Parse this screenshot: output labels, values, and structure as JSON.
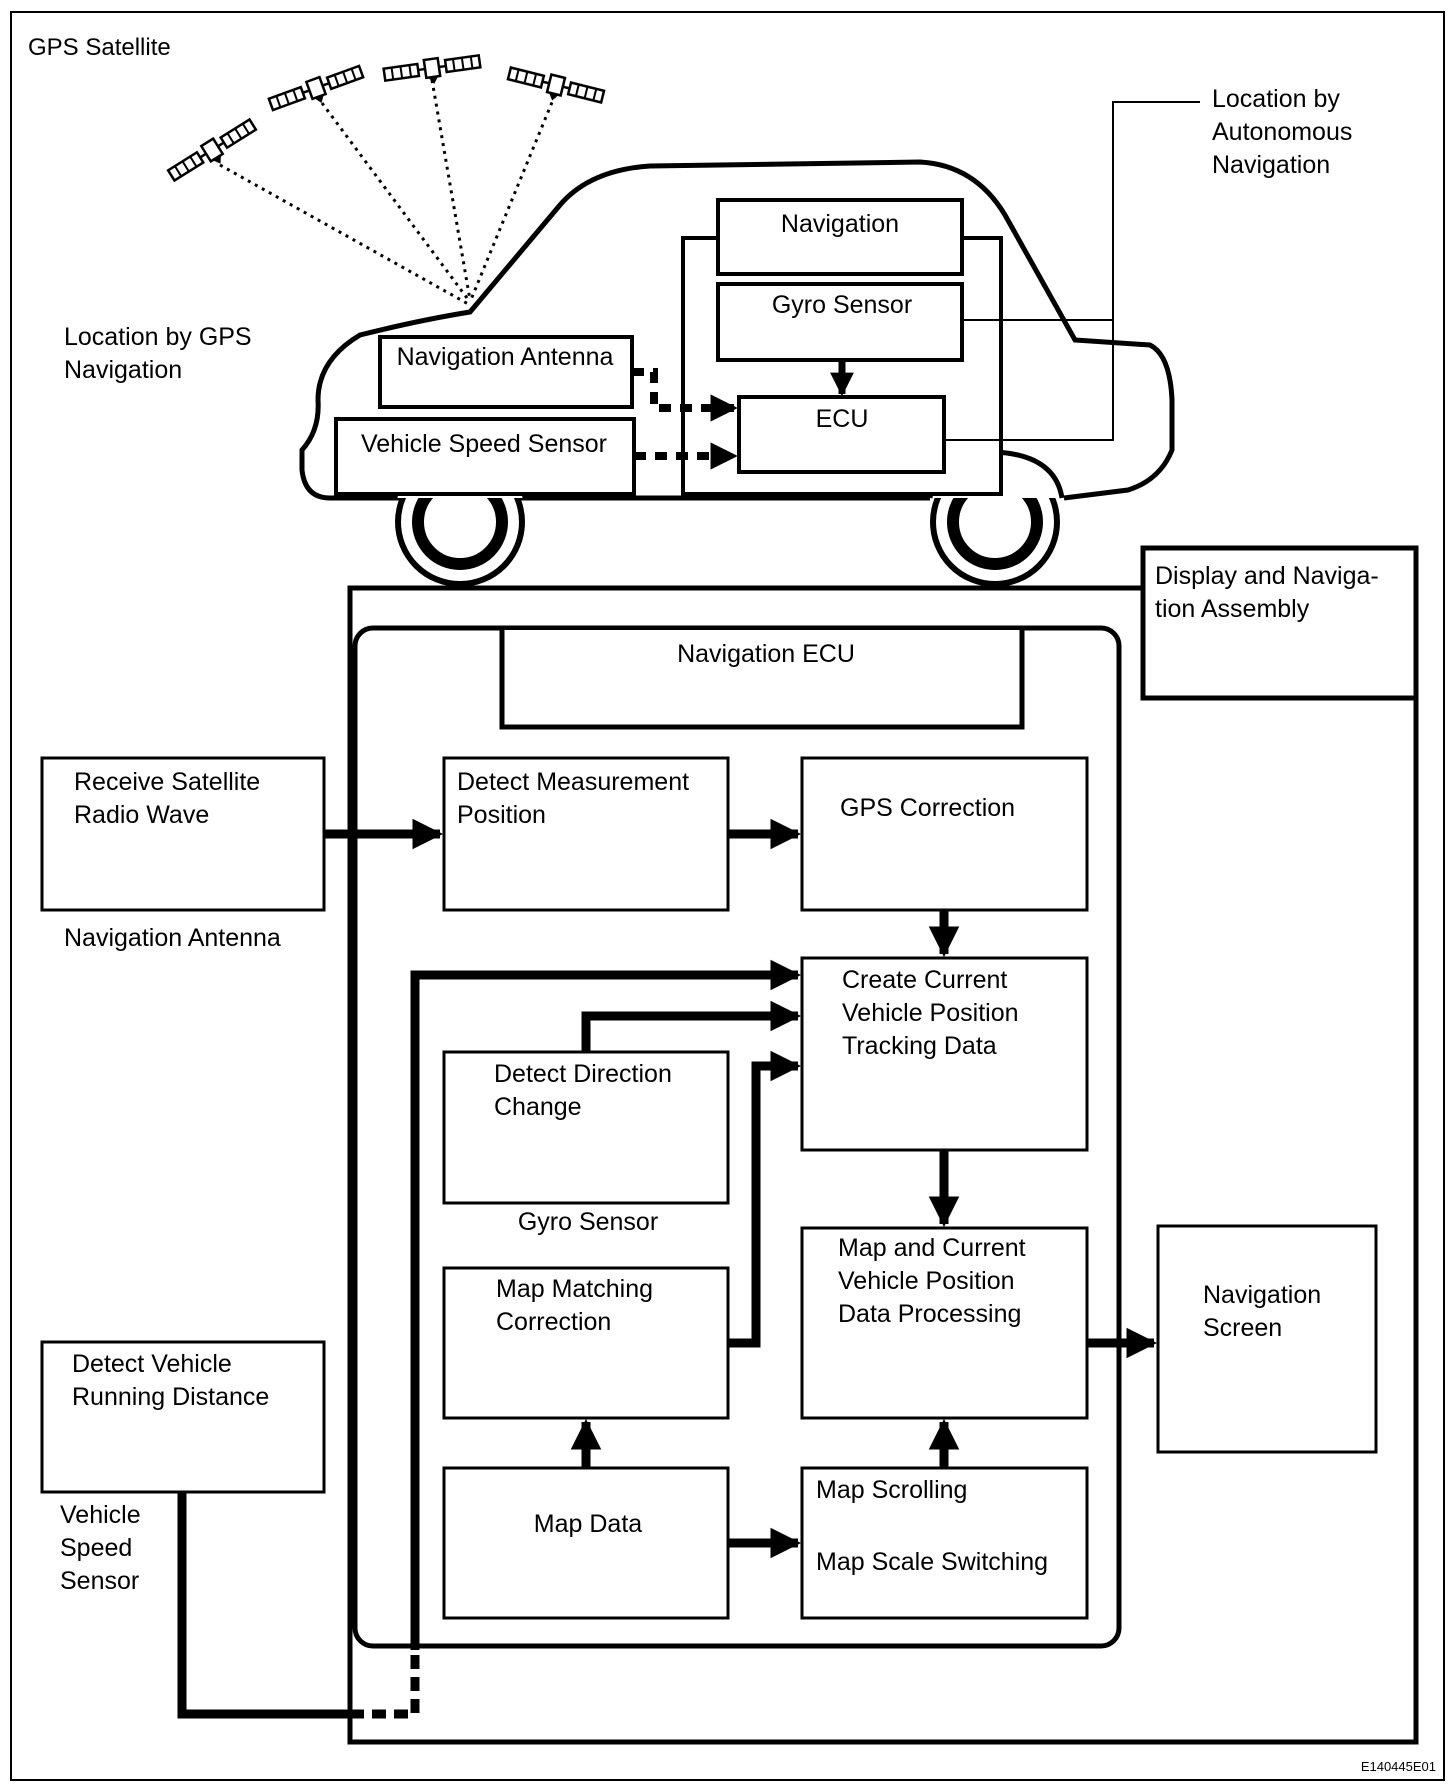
{
  "labels": {
    "gps_satellite": "GPS Satellite",
    "location_gps": [
      "Location by GPS",
      "Navigation"
    ],
    "location_autonomous": [
      "Location by",
      "Autonomous",
      "Navigation"
    ],
    "car_navigation": "Navigation",
    "car_gyro_sensor": "Gyro Sensor",
    "car_nav_antenna": "Navigation Antenna",
    "car_ecu": "ECU",
    "car_vehicle_speed_sensor": "Vehicle Speed Sensor",
    "display_assembly": [
      "Display and Naviga-",
      "tion Assembly"
    ],
    "navigation_ecu": "Navigation ECU",
    "receive_satellite": [
      "Receive Satellite",
      "Radio Wave"
    ],
    "navigation_antenna": "Navigation Antenna",
    "detect_measurement": [
      "Detect Measurement",
      "Position"
    ],
    "gps_correction": "GPS Correction",
    "create_tracking": [
      "Create Current",
      "Vehicle Position",
      "Tracking Data"
    ],
    "detect_direction": [
      "Detect Direction",
      "Change"
    ],
    "gyro_sensor": "Gyro Sensor",
    "map_matching": [
      "Map Matching",
      "Correction"
    ],
    "map_processing": [
      "Map and Current",
      "Vehicle Position",
      "Data Processing"
    ],
    "navigation_screen": [
      "Navigation",
      "Screen"
    ],
    "detect_running": [
      "Detect Vehicle",
      "Running Distance"
    ],
    "vehicle_speed_sensor": [
      "Vehicle",
      "Speed",
      "Sensor"
    ],
    "map_data": "Map Data",
    "map_scrolling": "Map Scrolling",
    "map_scale": "Map Scale Switching",
    "figure_code": "E140445E01"
  }
}
